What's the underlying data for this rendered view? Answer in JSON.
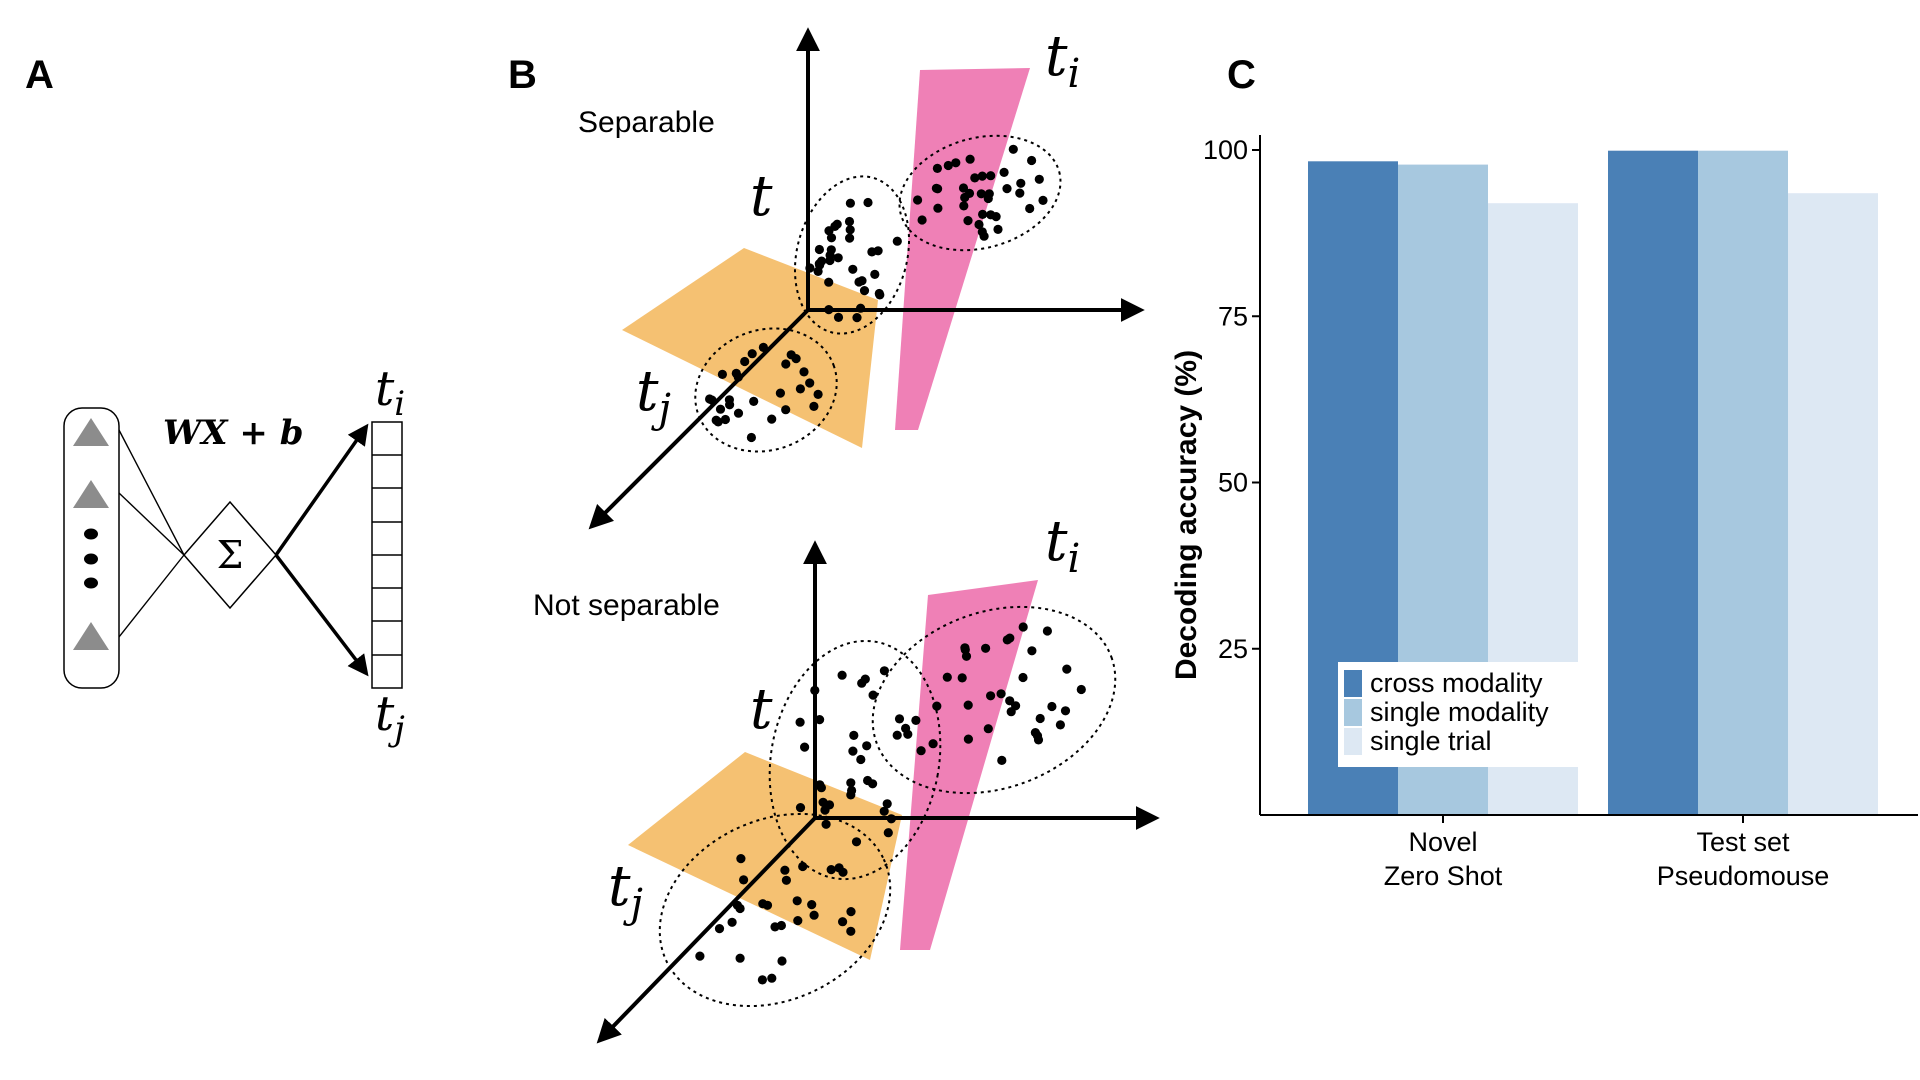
{
  "panels": {
    "a": "A",
    "b": "B",
    "c": "C"
  },
  "panel_a": {
    "equation": "WX + b",
    "sum_symbol": "Σ",
    "output_top": "t",
    "output_top_sub": "i",
    "output_bottom": "t",
    "output_bottom_sub": "j"
  },
  "panel_b": {
    "top": {
      "title": "Separable",
      "label_t": "t",
      "label_ti": "t",
      "label_ti_sub": "i",
      "label_tj": "t",
      "label_tj_sub": "j"
    },
    "bottom": {
      "title": "Not separable",
      "label_t": "t",
      "label_ti": "t",
      "label_ti_sub": "i",
      "label_tj": "t",
      "label_tj_sub": "j"
    },
    "colors": {
      "pink_plane": "#ec6aa9",
      "orange_plane": "#f2b14f",
      "points": "#000000"
    }
  },
  "chart_data": {
    "type": "bar",
    "title": "",
    "xlabel": "",
    "ylabel": "Decoding accuracy (%)",
    "ylim": [
      0,
      100
    ],
    "yticks": [
      25,
      50,
      75,
      100
    ],
    "categories": [
      "Novel\nZero Shot",
      "Test set\nPseudomouse"
    ],
    "category_lines": [
      [
        "Novel",
        "Zero Shot"
      ],
      [
        "Test set",
        "Pseudomouse"
      ]
    ],
    "series": [
      {
        "name": "cross modality",
        "color": "#4a80b6",
        "values": [
          98.3,
          99.9
        ]
      },
      {
        "name": "single modality",
        "color": "#a7c8df",
        "values": [
          97.8,
          99.9
        ]
      },
      {
        "name": "single trial",
        "color": "#dde8f3",
        "values": [
          92.0,
          93.5
        ]
      }
    ],
    "legend_position": "bottom-left",
    "grid": false
  }
}
